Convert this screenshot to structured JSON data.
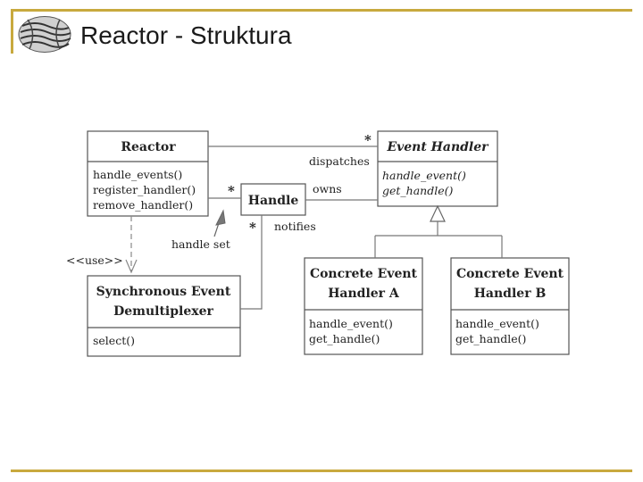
{
  "slide": {
    "title": "Reactor - Struktura"
  },
  "diagram": {
    "reactor": {
      "name": "Reactor",
      "ops": [
        "handle_events()",
        "register_handler()",
        "remove_handler()"
      ]
    },
    "event_handler": {
      "name": "Event Handler",
      "ops": [
        "handle_event()",
        "get_handle()"
      ]
    },
    "handle": {
      "name": "Handle"
    },
    "sync_demux": {
      "name_line1": "Synchronous Event",
      "name_line2": "Demultiplexer",
      "ops": [
        "select()"
      ]
    },
    "concrete_a": {
      "name_line1": "Concrete Event",
      "name_line2": "Handler A",
      "ops": [
        "handle_event()",
        "get_handle()"
      ]
    },
    "concrete_b": {
      "name_line1": "Concrete Event",
      "name_line2": "Handler B",
      "ops": [
        "handle_event()",
        "get_handle()"
      ]
    },
    "labels": {
      "dispatches": "dispatches",
      "owns": "owns",
      "notifies": "notifies",
      "handle_set": "handle set",
      "uses": "<<use>>",
      "many_dispatch": "*",
      "many_owns": "*",
      "many_notifies": "*"
    }
  }
}
